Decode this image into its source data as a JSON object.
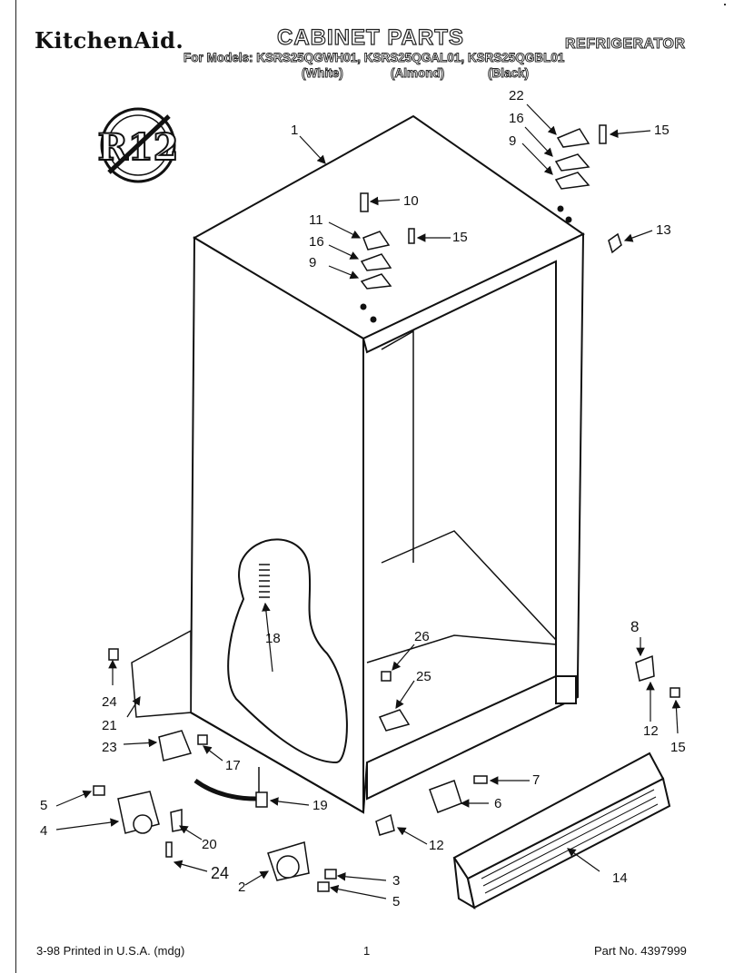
{
  "header": {
    "brand": "KitchenAid.",
    "title": "CABINET PARTS",
    "appliance": "REFRIGERATOR",
    "models_line": "For Models: KSRS25QGWH01, KSRS25QGAL01, KSRS25QGBL01",
    "variants": [
      "(White)",
      "(Almond)",
      "(Black)"
    ]
  },
  "badge": {
    "label": "R12",
    "meaning": "no-R12 symbol"
  },
  "callouts": {
    "c1": "1",
    "c2": "2",
    "c3": "3",
    "c4": "4",
    "c5a": "5",
    "c5b": "5",
    "c6": "6",
    "c7": "7",
    "c8": "8",
    "c9a": "9",
    "c9b": "9",
    "c10": "10",
    "c11": "11",
    "c12a": "12",
    "c12b": "12",
    "c13": "13",
    "c14": "14",
    "c15a": "15",
    "c15b": "15",
    "c15c": "15",
    "c16a": "16",
    "c16b": "16",
    "c17": "17",
    "c18": "18",
    "c19": "19",
    "c20": "20",
    "c21": "21",
    "c22": "22",
    "c23": "23",
    "c24a": "24",
    "c24b": "24",
    "c25": "25",
    "c26": "26"
  },
  "footer": {
    "printed": "3-98 Printed in U.S.A. (mdg)",
    "page": "1",
    "part_no": "Part No. 4397999"
  }
}
